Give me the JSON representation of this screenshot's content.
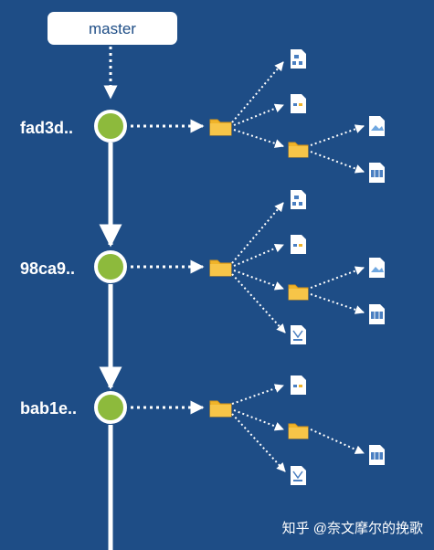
{
  "branch": {
    "label": "master"
  },
  "commits": [
    {
      "hash": "fad3d..",
      "files": [
        "diagram-file-icon",
        "document-file-icon"
      ],
      "subfolder_files": [
        "image-file-icon",
        "table-file-icon"
      ]
    },
    {
      "hash": "98ca9..",
      "files": [
        "diagram-file-icon",
        "document-file-icon",
        "report-file-icon"
      ],
      "subfolder_files": [
        "image-file-icon",
        "table-file-icon"
      ]
    },
    {
      "hash": "bab1e..",
      "files": [
        "document-file-icon",
        "report-file-icon"
      ],
      "subfolder_files": [
        "table-file-icon"
      ]
    }
  ],
  "watermark": "知乎 @奈文摩尔的挽歌",
  "colors": {
    "background": "#1e4d86",
    "commit_fill": "#8dba3c",
    "line": "#ffffff",
    "folder": "#f0b429",
    "folder_tab": "#d9971a",
    "label_box": "#ffffff",
    "label_text": "#1e4d86",
    "hash_text": "#ffffff"
  }
}
